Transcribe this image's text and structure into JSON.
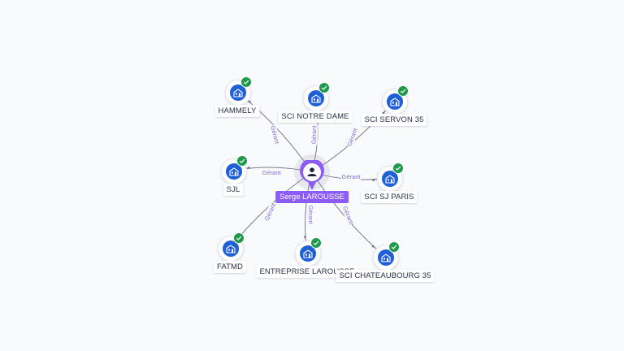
{
  "center": {
    "name": "Serge LAROUSSE"
  },
  "edge_label": "Gérant",
  "companies": [
    {
      "name": "HAMMELY",
      "verified": true
    },
    {
      "name": "SCI NOTRE DAME",
      "verified": true
    },
    {
      "name": "SCI SERVON 35",
      "verified": true
    },
    {
      "name": "SJL",
      "verified": true
    },
    {
      "name": "SCI SJ PARIS",
      "verified": true
    },
    {
      "name": "FATMD",
      "verified": true
    },
    {
      "name": "ENTREPRISE LAROUSSE",
      "verified": true
    },
    {
      "name": "SCI CHATEAUBOURG 35",
      "verified": true
    }
  ],
  "colors": {
    "company_icon": "#1f5fd8",
    "check_badge": "#1f9a4b",
    "person_pin": "#8b5cf6",
    "person_label_bg": "#8b5cf6",
    "edge_label": "#7b6fd6",
    "edge": "#6b6f80"
  },
  "icons": {
    "company": "building-icon",
    "verified": "check-icon",
    "person": "person-icon"
  }
}
